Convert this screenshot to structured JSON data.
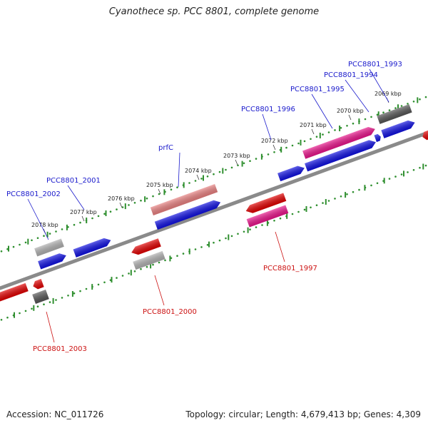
{
  "title": "Cyanothece sp. PCC 8801, complete genome",
  "footer": {
    "accession": "Accession: NC_011726",
    "summary": "Topology: circular; Length: 4,679,413 bp; Genes: 4,309"
  },
  "colors": {
    "backbone": "#8a8a8a",
    "tick": "#2f8f2f",
    "label_forward": "#1a1acc",
    "label_reverse": "#cc1111",
    "blue": "#1010e0",
    "red": "#e00000",
    "pink": "#e8148a",
    "salmon": "#e88080",
    "gray": "#b0b0b0",
    "dark": "#555555"
  },
  "ticks": [
    {
      "label": "2069 kbp"
    },
    {
      "label": "2070 kbp"
    },
    {
      "label": "2071 kbp"
    },
    {
      "label": "2072 kbp"
    },
    {
      "label": "2073 kbp"
    },
    {
      "label": "2074 kbp"
    },
    {
      "label": "2075 kbp"
    },
    {
      "label": "2076 kbp"
    },
    {
      "label": "2077 kbp"
    },
    {
      "label": "2078 kbp"
    }
  ],
  "genes_forward": [
    {
      "label": "PCC8801_1993"
    },
    {
      "label": "PCC8801_1994"
    },
    {
      "label": "PCC8801_1995"
    },
    {
      "label": "PCC8801_1996"
    },
    {
      "label": "prfC"
    },
    {
      "label": "PCC8801_2001"
    },
    {
      "label": "PCC8801_2002"
    }
  ],
  "genes_reverse": [
    {
      "label": "PCC8801_1997"
    },
    {
      "label": "PCC8801_2000"
    },
    {
      "label": "PCC8801_2003"
    }
  ]
}
